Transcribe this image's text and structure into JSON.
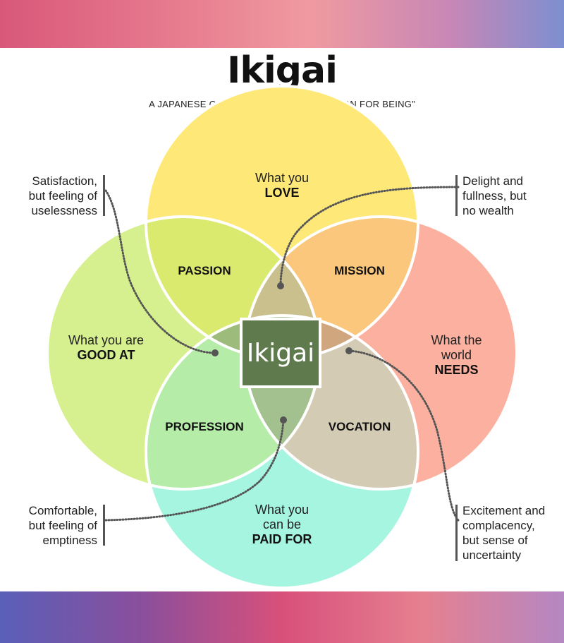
{
  "header": {
    "title": "Ikigai",
    "subtitle": "A JAPANESE CONCEPT MEANING “A REASON FOR BEING”"
  },
  "circles": {
    "love": {
      "line1": "What you",
      "line2": "LOVE",
      "color": "#fde878"
    },
    "good_at": {
      "line1": "What you are",
      "line2": "GOOD AT",
      "color": "#d6f08f"
    },
    "world_needs": {
      "line1": "What the",
      "line2": "world",
      "line3": "NEEDS",
      "color": "#fbb0a0"
    },
    "paid_for": {
      "line1": "What you",
      "line2": "can be",
      "line3": "PAID FOR",
      "color": "#a6f5e0"
    }
  },
  "regions": {
    "passion": "PASSION",
    "mission": "MISSION",
    "profession": "PROFESSION",
    "vocation": "VOCATION",
    "center": "Ikigai"
  },
  "notes": {
    "top_left": [
      "Satisfaction,",
      "but feeling of",
      "uselessness"
    ],
    "top_right": [
      "Delight and",
      "fullness, but",
      "no wealth"
    ],
    "bottom_left": [
      "Comfortable,",
      "but feeling of",
      "emptiness"
    ],
    "bottom_right": [
      "Excitement and",
      "complacency,",
      "but sense of",
      "uncertainty"
    ]
  },
  "colors": {
    "passion": "#d9ea6e",
    "mission": "#fbc77c",
    "profession": "#b4eca8",
    "vocation": "#d4cbb4",
    "center": "#5f7a4c"
  }
}
